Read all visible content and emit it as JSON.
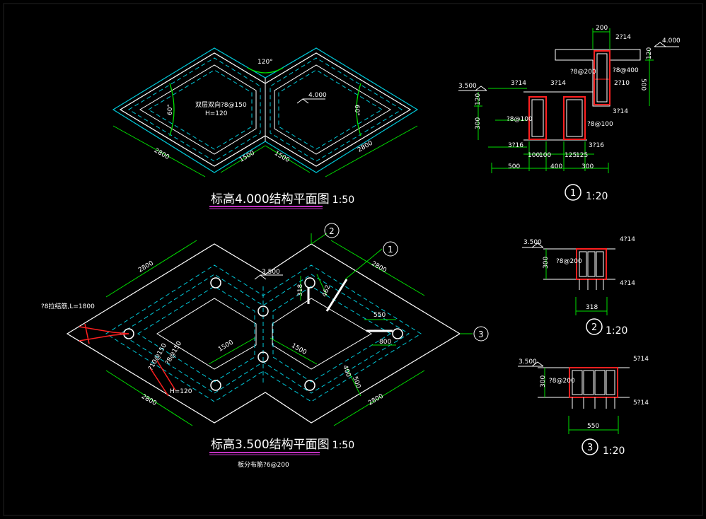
{
  "colors": {
    "background": "#000000",
    "outline": "#ffffff",
    "cyan": "#00c8d8",
    "dim_green": "#00e000",
    "rebar_red": "#ff2020",
    "title_underline": "#ff40ff"
  },
  "top_plan": {
    "title": "标高4.000结构平面图",
    "scale": "1:50",
    "angle_top": "120°",
    "angle_left": "60°",
    "angle_right": "60°",
    "slab_note_1": "双层双向?8@150",
    "slab_note_2": "H=120",
    "elevation": "4.000",
    "dim_left": "2800",
    "dim_mid_left": "1500",
    "dim_mid_right": "1500",
    "dim_right": "2800"
  },
  "bottom_plan": {
    "title": "标高3.500结构平面图",
    "scale": "1:50",
    "note_below": "板分布筋?6@200",
    "elevation": "3.500",
    "anchor_note": "?8拉结筋,L=1800",
    "dim_top_left": "2800",
    "dim_top_right": "2800",
    "dim_bottom_left": "2800",
    "dim_bottom_right": "2800",
    "dim_mid_left": "1500",
    "dim_mid_right": "1500",
    "dim_318": "318",
    "dim_462": "462",
    "dim_550": "550",
    "dim_800": "800",
    "dim_400": "400",
    "dim_500": "500",
    "rebar_1": "?10@150",
    "rebar_2": "?8@150",
    "slab_h": "H=120",
    "callout_1": "1",
    "callout_2": "2",
    "callout_3": "3"
  },
  "section_1": {
    "label": "1",
    "scale": "1:20",
    "elev_left": "3.500",
    "elev_right": "4.000",
    "top_200": "200",
    "top_2d14": "2?14",
    "r120": "120",
    "r500": "500",
    "l120": "120",
    "l300": "300",
    "b1_top": "3?14",
    "b2_top": "3?14",
    "b1_stirrup": "?8@100",
    "b2_stirrup": "?8@200",
    "b3_stirrup": "?8@100",
    "b3_top": "?8@400",
    "b3_mid": "2?10",
    "b3_bot": "3?14",
    "b1_bot": "3?16",
    "b2_bot": "3?16",
    "dim_100a": "100",
    "dim_100b": "100",
    "dim_125a": "125",
    "dim_125b": "125",
    "dim_500": "500",
    "dim_400": "400",
    "dim_300": "300"
  },
  "section_2": {
    "label": "2",
    "scale": "1:20",
    "elevation": "3.500",
    "top_bar": "4?14",
    "stirrup": "?8@200",
    "bot_bar": "4?14",
    "h300": "300",
    "w318": "318"
  },
  "section_3": {
    "label": "3",
    "scale": "1:20",
    "elevation": "3.500",
    "top_bar": "5?14",
    "stirrup": "?8@200",
    "bot_bar": "5?14",
    "h300": "300",
    "w550": "550"
  }
}
